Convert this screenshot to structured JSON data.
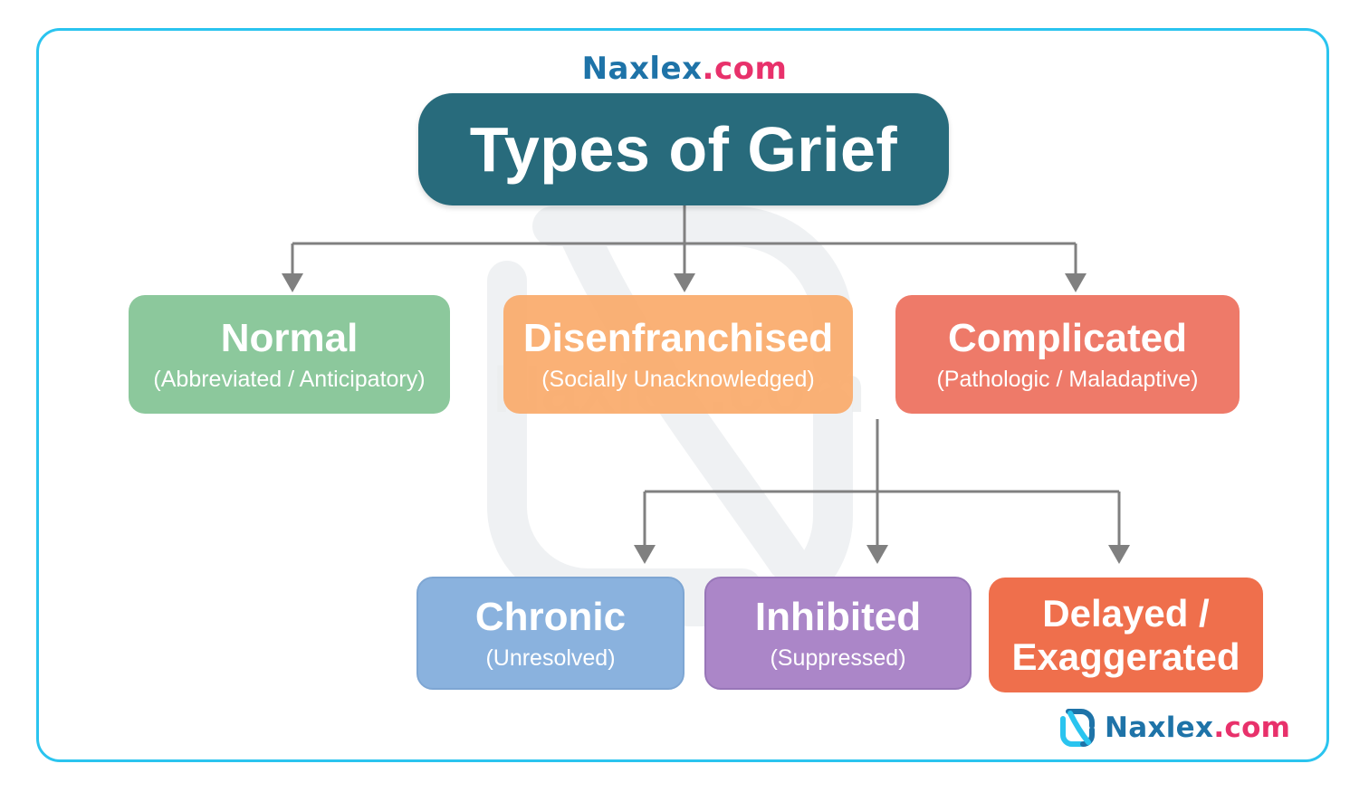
{
  "brand": {
    "name": "Naxlex",
    "dot": ".",
    "tld": "com"
  },
  "title": "Types of Grief",
  "level1": [
    {
      "label": "Normal",
      "sub": "(Abbreviated / Anticipatory)",
      "color": "#8cc89c"
    },
    {
      "label": "Disenfranchised",
      "sub": "(Socially Unacknowledged)",
      "color": "#faaa6a"
    },
    {
      "label": "Complicated",
      "sub": "(Pathologic / Maladaptive)",
      "color": "#ee7a69"
    }
  ],
  "level2": [
    {
      "label": "Chronic",
      "sub": "(Unresolved)",
      "color": "#8ab2de"
    },
    {
      "label": "Inhibited",
      "sub": "(Suppressed)",
      "color": "#ab86c8"
    },
    {
      "label": "Delayed /",
      "label2": "Exaggerated",
      "color": "#ef6f4c"
    }
  ],
  "watermark": "Naxlex.com",
  "colors": {
    "frame": "#2ac4ef",
    "title_bg": "#286b7c",
    "connector": "#808080"
  }
}
